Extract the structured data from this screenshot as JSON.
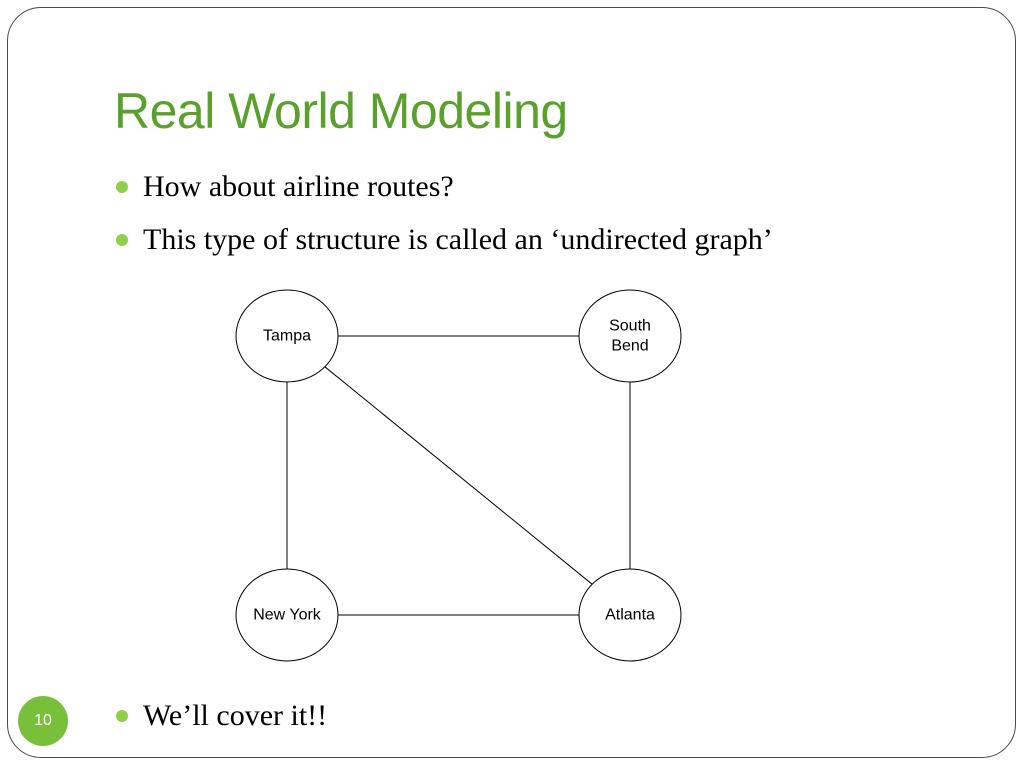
{
  "slide": {
    "title": "Real World Modeling",
    "bullets": [
      "How about airline routes?",
      "This type of structure is called an ‘undirected graph’",
      "We’ll cover it!!"
    ],
    "page_number": "10"
  },
  "graph": {
    "type": "undirected",
    "nodes": [
      {
        "id": "tampa",
        "lines": [
          "Tampa"
        ]
      },
      {
        "id": "south-bend",
        "lines": [
          "South",
          "Bend"
        ]
      },
      {
        "id": "new-york",
        "lines": [
          "New York"
        ]
      },
      {
        "id": "atlanta",
        "lines": [
          "Atlanta"
        ]
      }
    ],
    "edges": [
      [
        "tampa",
        "south-bend"
      ],
      [
        "tampa",
        "new-york"
      ],
      [
        "tampa",
        "atlanta"
      ],
      [
        "south-bend",
        "atlanta"
      ],
      [
        "new-york",
        "atlanta"
      ]
    ]
  },
  "colors": {
    "title": "#5aa02c",
    "bullet_dot": "#8fcf4a",
    "page_number_badge": "#78c03a"
  }
}
